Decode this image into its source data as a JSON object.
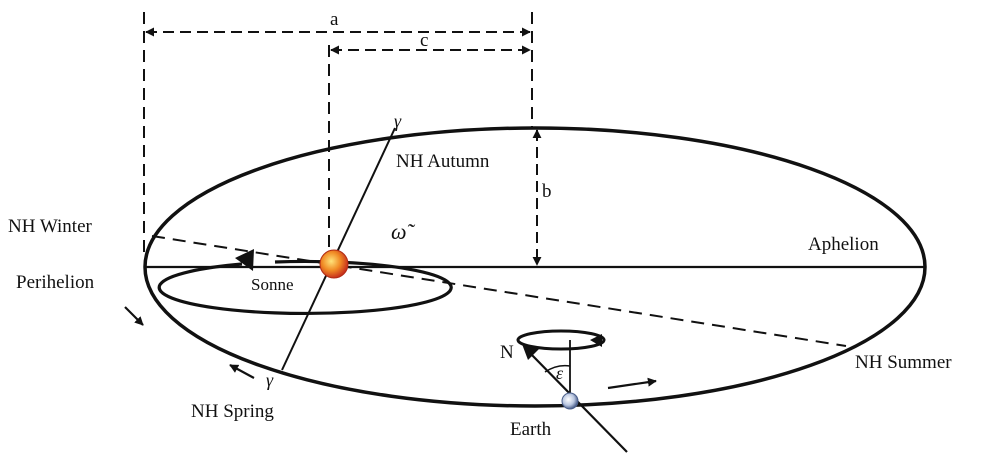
{
  "labels": {
    "a": "a",
    "c": "c",
    "b": "b",
    "gamma_top": "γ",
    "gamma_bottom": "γ",
    "nh_autumn": "NH Autumn",
    "nh_winter": "NH Winter",
    "perihelion": "Perihelion",
    "aphelion": "Aphelion",
    "sonne": "Sonne",
    "omega": "ω̃",
    "nh_summer": "NH Summer",
    "nh_spring": "NH Spring",
    "earth": "Earth",
    "north": "N",
    "epsilon": "ε"
  },
  "colors": {
    "line": "#111111",
    "sun_core": "#f7b733",
    "sun_edge": "#c8321d",
    "earth_core": "#dde6f5",
    "earth_edge": "#4a5e8a"
  }
}
